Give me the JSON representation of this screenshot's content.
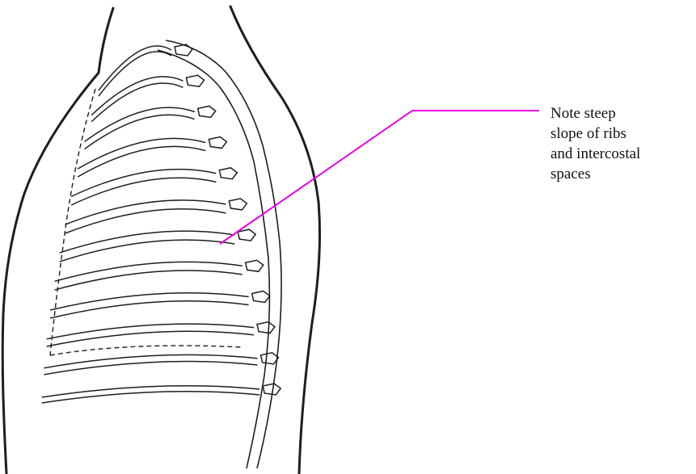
{
  "annotation": {
    "lines": [
      "Note steep",
      "slope of ribs",
      "and intercostal",
      "spaces"
    ]
  },
  "colors": {
    "leader_line": "#e600e6",
    "drawing_ink": "#1e1e1e",
    "background": "#ffffff"
  }
}
